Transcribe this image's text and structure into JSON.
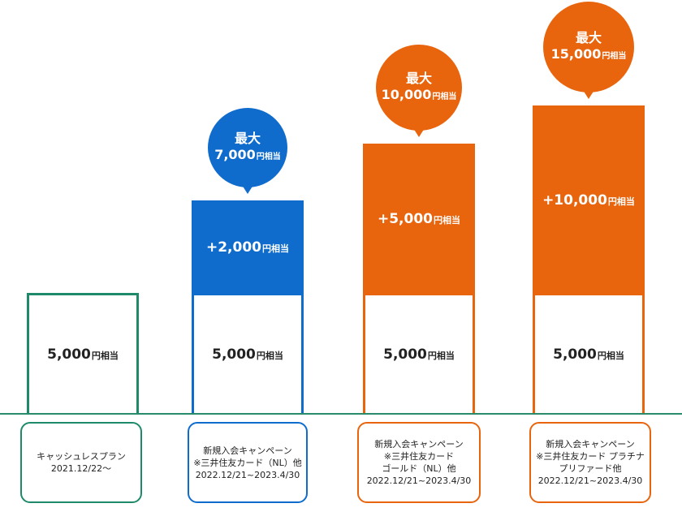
{
  "colors": {
    "green": "#1e8a6a",
    "blue": "#0f6ccd",
    "orange": "#e8650e",
    "line": "#2a8a6c"
  },
  "chart_data": {
    "type": "bar",
    "unit": "円相当",
    "categories": [
      {
        "lines": [
          "キャッシュレスプラン",
          "2021.12/22〜"
        ]
      },
      {
        "lines": [
          "新規入会キャンペーン",
          "※三井住友カード（NL）他",
          "2022.12/21~2023.4/30"
        ]
      },
      {
        "lines": [
          "新規入会キャンペーン",
          "※三井住友カード",
          "ゴールド（NL）他",
          "2022.12/21~2023.4/30"
        ]
      },
      {
        "lines": [
          "新規入会キャンペーン",
          "※三井住友カード プラチナ",
          "プリファード他",
          "2022.12/21~2023.4/30"
        ]
      }
    ],
    "series": [
      {
        "values": [
          5000,
          5000,
          5000,
          5000
        ]
      },
      {
        "values": [
          0,
          2000,
          5000,
          10000
        ]
      }
    ],
    "base_labels": [
      "5,000",
      "5,000",
      "5,000",
      "5,000"
    ],
    "bonus_labels": [
      "",
      "+2,000",
      "+5,000",
      "+10,000"
    ],
    "bubbles": [
      null,
      {
        "title": "最大",
        "amount": "7,000"
      },
      {
        "title": "最大",
        "amount": "10,000"
      },
      {
        "title": "最大",
        "amount": "15,000"
      }
    ],
    "bar_colors": [
      "#1e8a6a",
      "#0f6ccd",
      "#e8650e",
      "#e8650e"
    ]
  }
}
